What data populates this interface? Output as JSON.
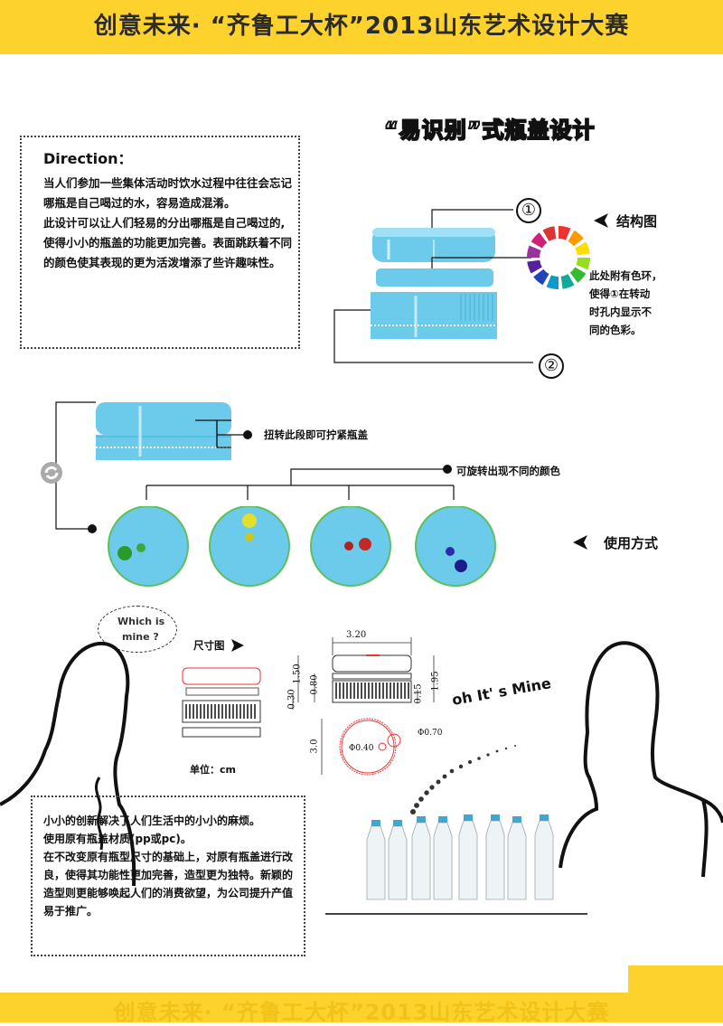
{
  "banner": {
    "title": "创意未来· “齐鲁工大杯”2013山东艺术设计大赛"
  },
  "heading": "“易识别”式瓶盖设计",
  "direction": {
    "title": "Direction：",
    "paragraphs": [
      "当人们参加一些集体活动时饮水过程中往往会忘记哪瓶是自己喝过的水，容易造成混淆。",
      "此设计可以让人们轻易的分出哪瓶是自己喝过的,使得小小的瓶盖的功能更加完善。表面跳跃着不同的颜色使其表现的更为活泼增添了些许趣味性。"
    ]
  },
  "structure": {
    "label": "结构图",
    "marker_1": "①",
    "marker_2": "②",
    "note": [
      "此处附有色环，",
      "使得①在转动",
      "时孔内显示不",
      "同的色彩。"
    ]
  },
  "usage": {
    "label": "使用方式",
    "twist_note": "扭转此段即可拧紧瓶盖",
    "color_note": "可旋转出现不同的颜色",
    "dot_colors": [
      [
        "#2a9a2a",
        "#3aa83a"
      ],
      [
        "#e2e02a",
        "#c9c61d"
      ],
      [
        "#b32222",
        "#c22a2a"
      ],
      [
        "#2b2bb0",
        "#1d1d8a"
      ]
    ]
  },
  "dimension": {
    "label": "尺寸图",
    "unit": "单位：cm",
    "values": [
      "3.20",
      "1.50",
      "0.80",
      "0.30",
      "0.15",
      "1.95",
      "3.0",
      "Φ0.70",
      "Φ0.40"
    ]
  },
  "speech": {
    "line1": "Which is",
    "line2": "mine ?"
  },
  "exclaim": "oh It' s Mine",
  "summary": [
    "小小的创新解决了人们生活中的小小的麻烦。",
    "使用原有瓶盖材质(pp或pc)。",
    "在不改变原有瓶型尺寸的基础上，对原有瓶盖进行改良，使得其功能性更加完善，造型更为独特。新颖的造型则更能够唤起人们的消费欲望，为公司提升产值易于推广。"
  ],
  "colors": {
    "banner": "#fdd22c",
    "cap": "#6ccbea",
    "cap_dark": "#3fa8d2"
  }
}
